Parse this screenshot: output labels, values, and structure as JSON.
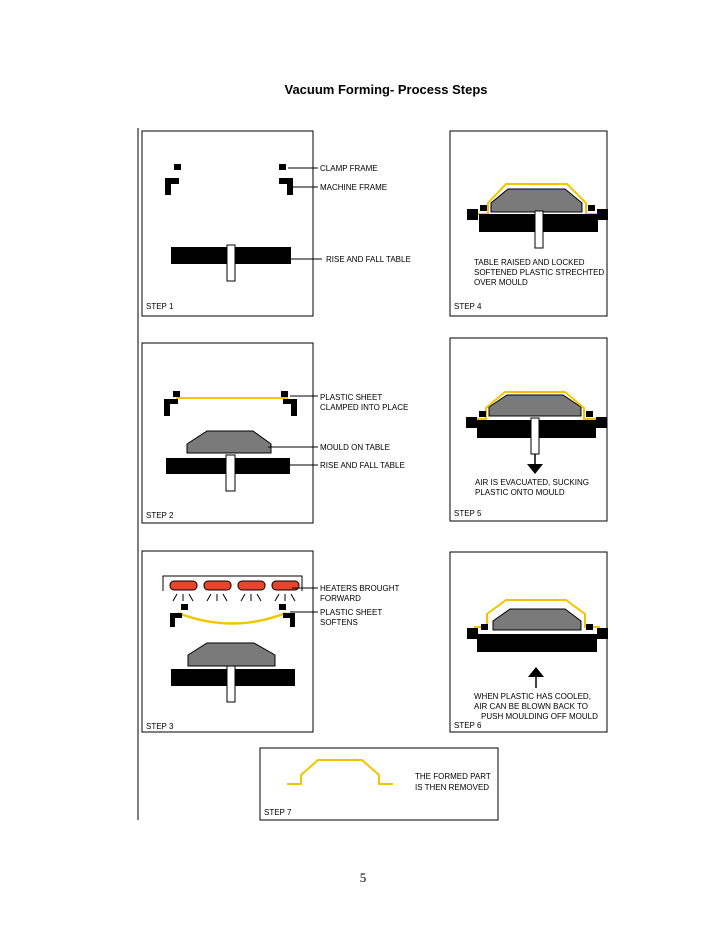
{
  "page_title": "Vacuum Forming-  Process Steps",
  "page_number": "5",
  "colors": {
    "plastic": "#f2c500",
    "mould": "#7a7a7a",
    "heater": "#e8452c",
    "machine": "#000000"
  },
  "steps": [
    {
      "label": "STEP 1",
      "annotations": [
        "CLAMP FRAME",
        "MACHINE FRAME",
        "RISE AND FALL TABLE"
      ]
    },
    {
      "label": "STEP 2",
      "annotations": [
        "PLASTIC SHEET",
        "CLAMPED INTO PLACE",
        "MOULD ON TABLE",
        "RISE AND FALL TABLE"
      ]
    },
    {
      "label": "STEP 3",
      "annotations": [
        "HEATERS BROUGHT",
        "FORWARD",
        "PLASTIC SHEET",
        "SOFTENS"
      ]
    },
    {
      "label": "STEP 4",
      "annotations": [
        "TABLE RAISED AND LOCKED",
        "SOFTENED PLASTIC STRECHTED",
        "OVER MOULD"
      ]
    },
    {
      "label": "STEP 5",
      "annotations": [
        "AIR IS EVACUATED, SUCKING",
        "PLASTIC ONTO MOULD"
      ]
    },
    {
      "label": "STEP 6",
      "annotations": [
        "WHEN PLASTIC HAS COOLED,",
        "AIR CAN BE BLOWN BACK TO",
        "PUSH MOULDING OFF MOULD"
      ]
    },
    {
      "label": "STEP 7",
      "annotations": [
        "THE FORMED PART",
        "IS THEN REMOVED"
      ]
    }
  ]
}
